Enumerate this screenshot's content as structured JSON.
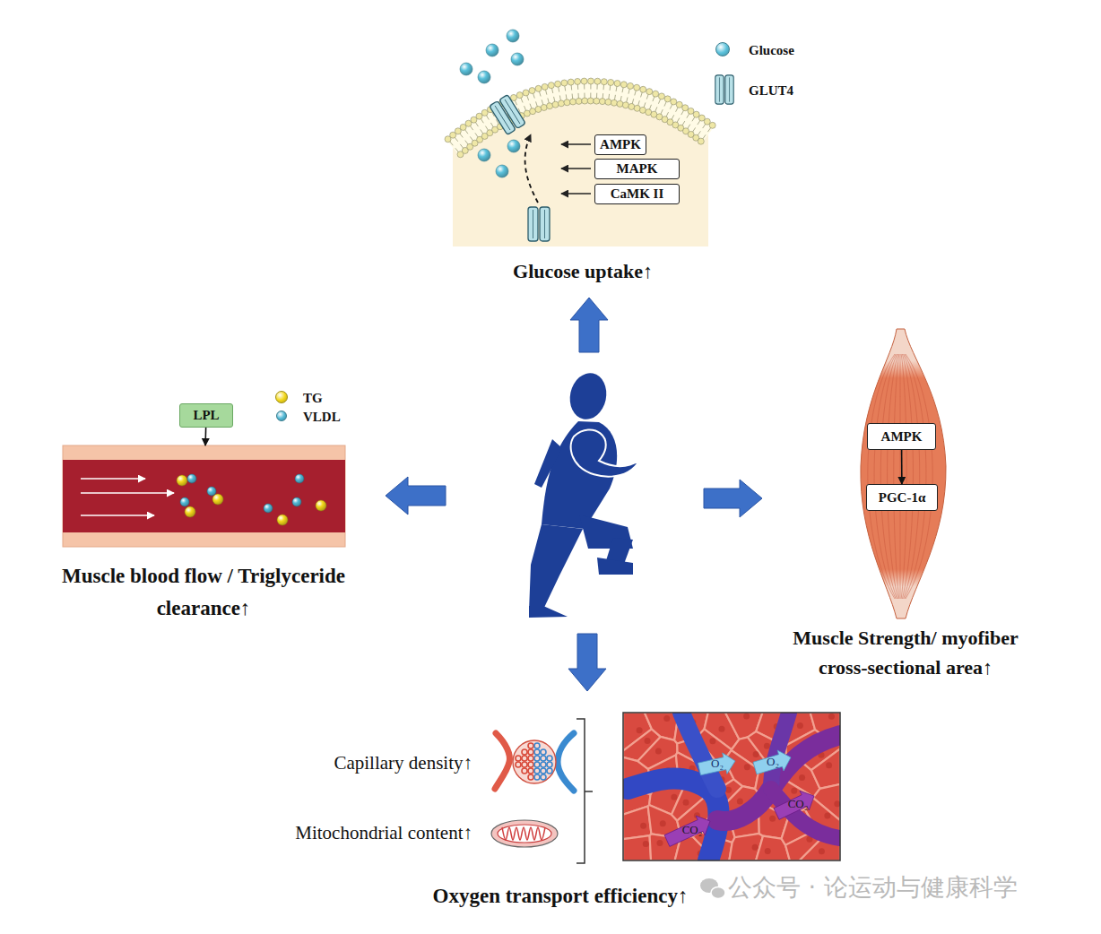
{
  "diagram": {
    "nodes": [
      {
        "text": [
          "Glucose uptake↑"
        ]
      },
      {
        "text": [
          "AMPK"
        ],
        "in": 0
      },
      {
        "text": [
          "MAPK"
        ],
        "in": 0
      },
      {
        "text": [
          "CaMK II"
        ],
        "in": 0
      },
      {
        "text": [
          "Muscle blood flow / Triglyceride clearance↑"
        ]
      },
      {
        "text": [
          "LPL"
        ]
      },
      {
        "text": [
          "Muscle Strength/ myofiber cross-sectional area↑"
        ]
      },
      {
        "text": [
          "AMPK"
        ],
        "in": 6
      },
      {
        "text": [
          "PGC-1α"
        ],
        "in": 6
      },
      {
        "text": [
          "O₂",
          "O₂",
          "CO₂",
          "CO₂"
        ]
      }
    ],
    "edges": [
      {
        "from": 5,
        "to": 4,
        "arrow": "to"
      },
      {
        "from": 7,
        "to": 8,
        "arrow": "to"
      }
    ],
    "labels": [
      "Capillary density↑",
      "Mitochondrial content↑",
      "Oxygen transport efficiency↑",
      "公众号 · 论运动与健康科学"
    ],
    "legend": [
      {
        "text": "Glucose",
        "color": "#5bc2dc"
      },
      {
        "text": "GLUT4"
      },
      {
        "text": "TG",
        "color": "#f3d81c"
      },
      {
        "text": "VLDL",
        "color": "#52b9d6"
      }
    ]
  }
}
